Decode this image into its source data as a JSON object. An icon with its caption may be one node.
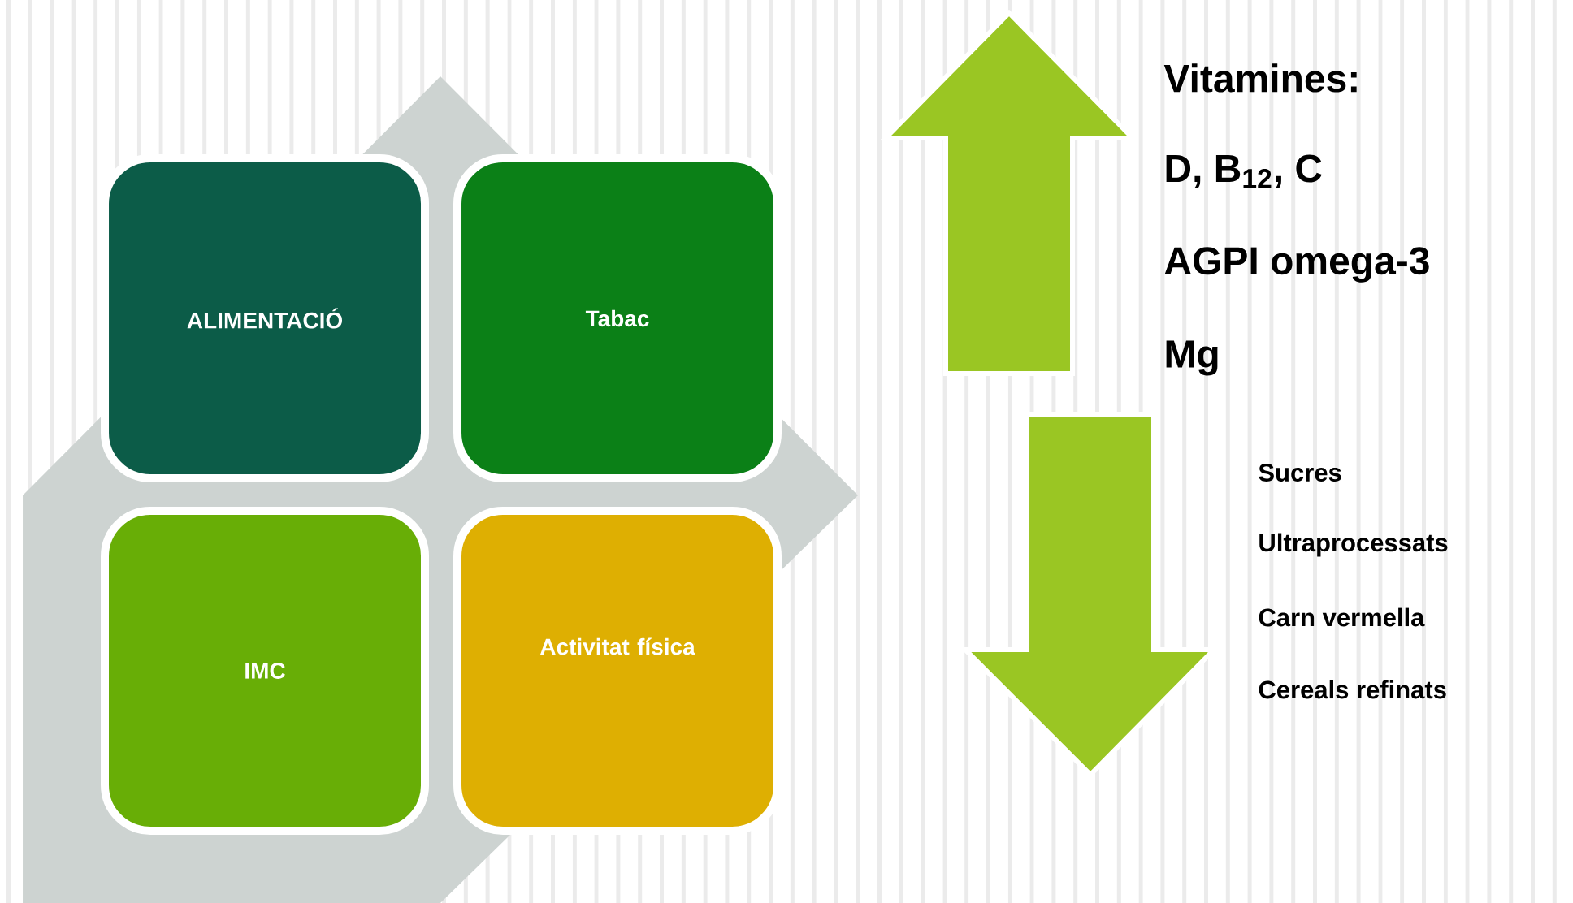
{
  "diagram": {
    "nodes": [
      {
        "text": [
          "ALIMENTACIÓ"
        ]
      },
      {
        "text": [
          "Tabac"
        ]
      },
      {
        "text": [
          "IMC"
        ]
      },
      {
        "text": [
          "Activitat física"
        ]
      }
    ],
    "labels": [
      "Vitamines:",
      "D, B$_{12}$, C",
      "AGPI omega-3",
      "Mg",
      "Sucres",
      "Ultraprocessats",
      "Carn vermella",
      "Cereals refinats"
    ]
  }
}
